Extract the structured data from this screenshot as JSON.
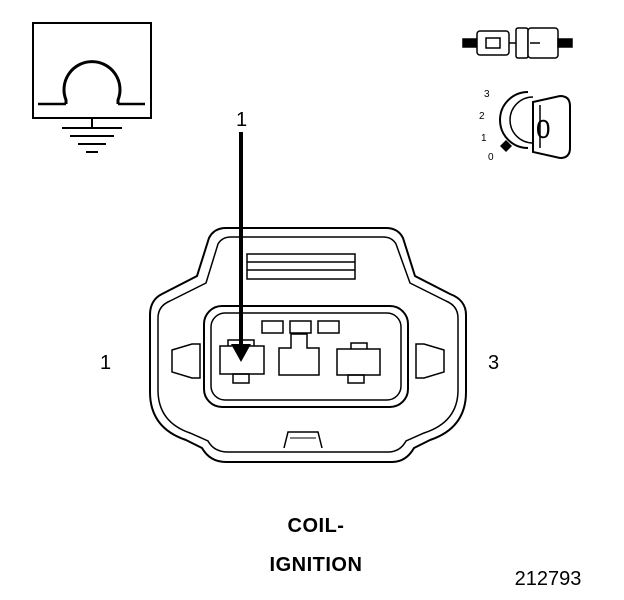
{
  "diagram": {
    "pointer_label": "1",
    "left_pin_label": "1",
    "right_pin_label": "3",
    "caption_line1": "COIL-",
    "caption_line2": "IGNITION",
    "figure_code": "212793",
    "ignition_positions": [
      "3",
      "2",
      "1",
      "0"
    ],
    "ignition_key_position": "0",
    "icons": {
      "meter": "ohmmeter-ground-icon",
      "connector": "connector-disconnected-icon",
      "ignition": "ignition-key-off-icon"
    }
  }
}
